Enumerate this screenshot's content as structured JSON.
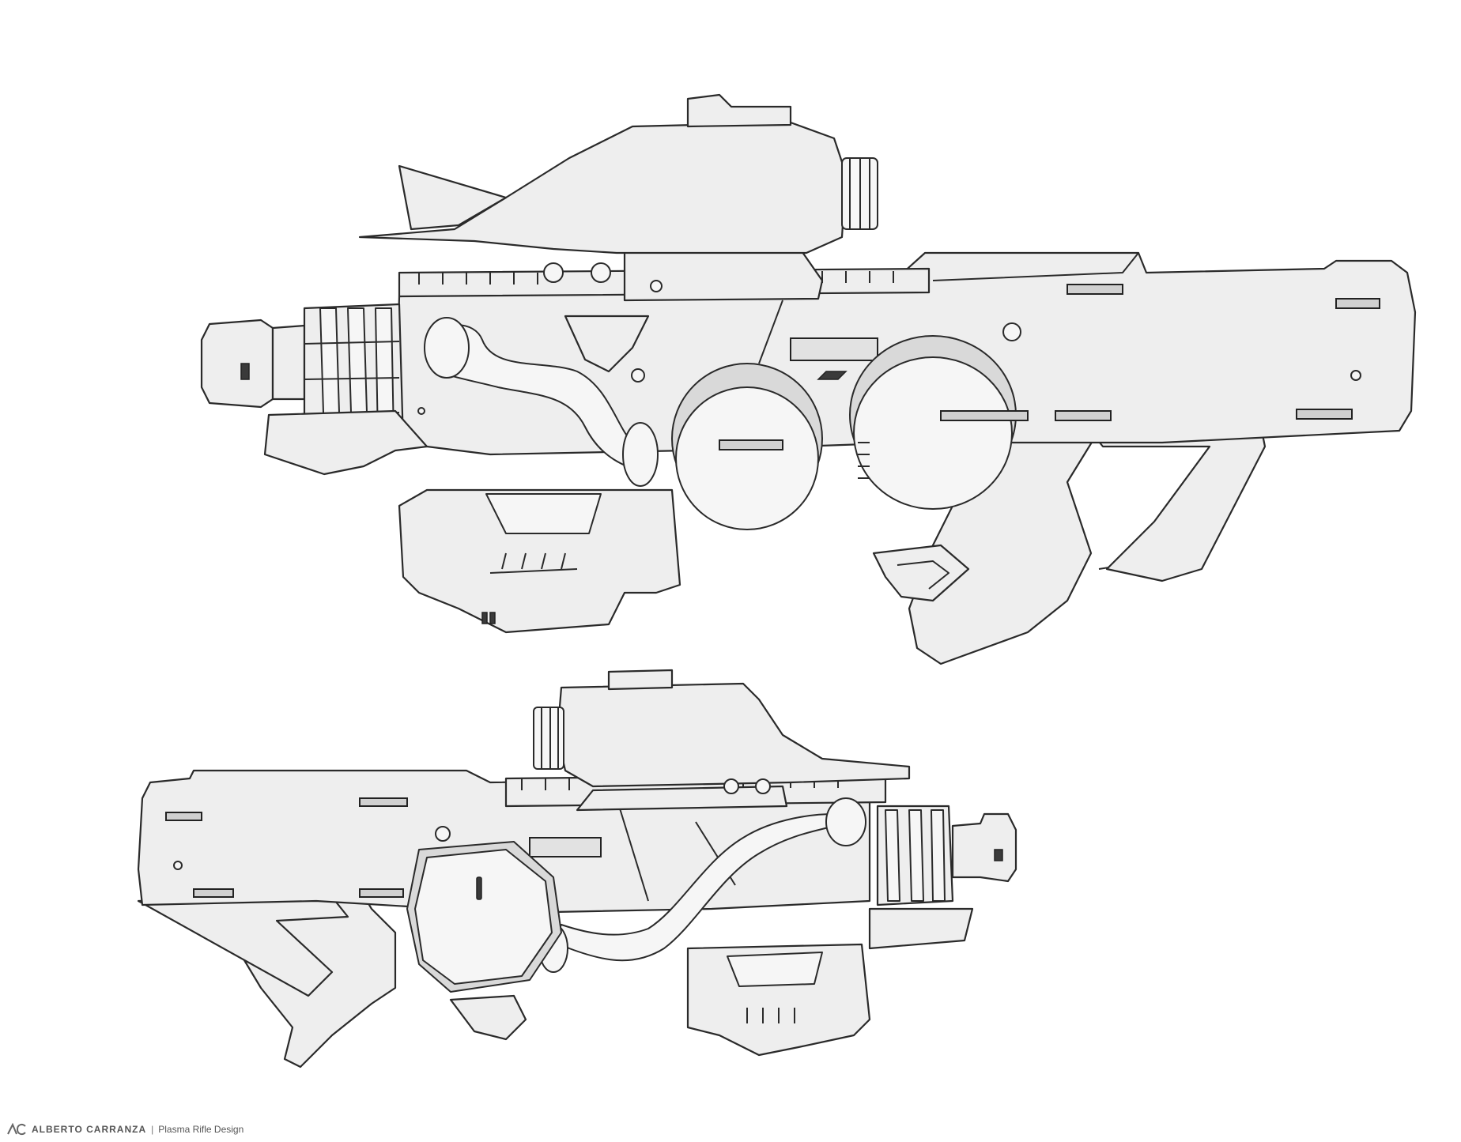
{
  "footer": {
    "author": "ALBERTO CARRANZA",
    "separator": "|",
    "title": "Plasma Rifle Design",
    "logo_icon": "ac-monogram-icon"
  },
  "artwork": {
    "subject": "plasma-rifle",
    "views": [
      "right-side-view",
      "left-side-view"
    ],
    "colors": {
      "surface": "#eeeeee",
      "outline": "#2a2a2a",
      "background": "#ffffff"
    }
  }
}
